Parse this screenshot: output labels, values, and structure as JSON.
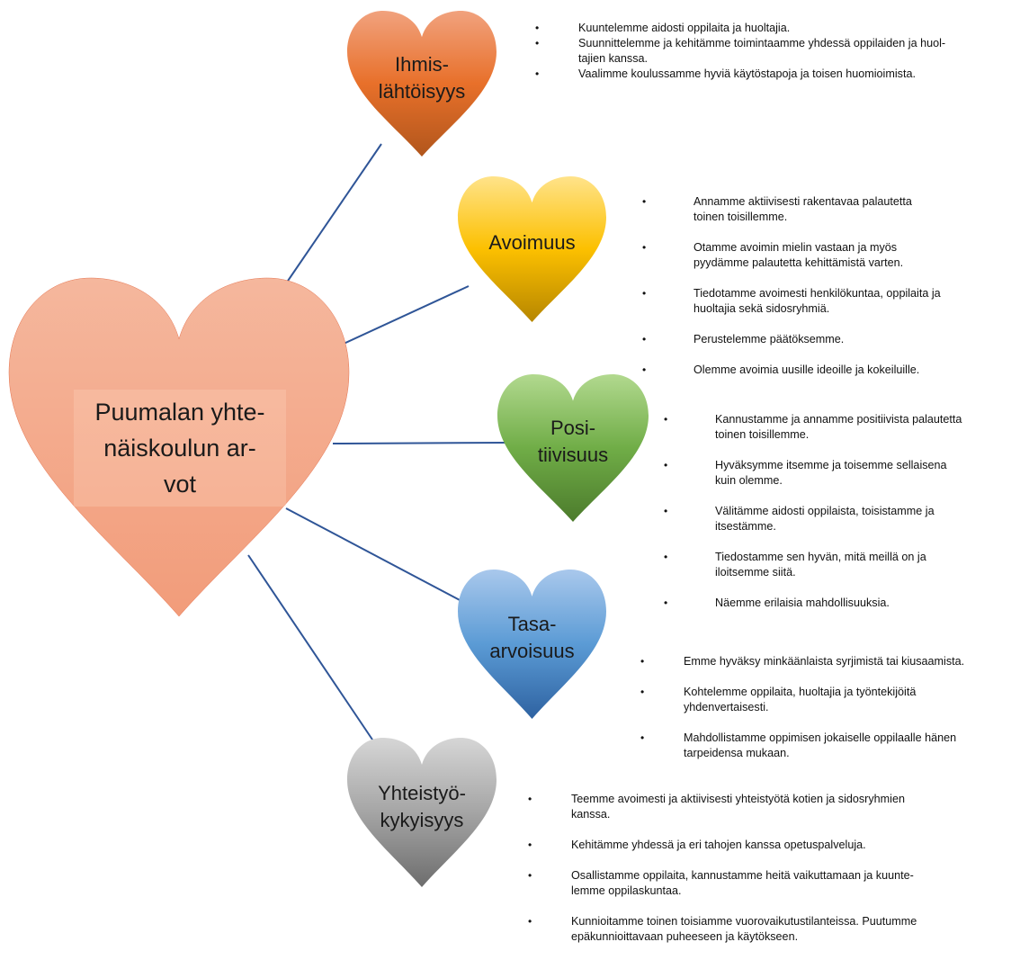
{
  "diagram": {
    "center": {
      "title": "Puumalan yhte-\nnäiskoulun ar-\nvot"
    },
    "values": [
      {
        "id": "ihmislahtoisyys",
        "title": "Ihmis-\nlähtöisyys",
        "colors": [
          "#f1a27e",
          "#e8702a",
          "#b1561c"
        ],
        "bullets": [
          "Kuuntelemme aidosti oppilaita ja huoltajia.",
          "Suunnittelemme ja kehitämme toimintaamme yhdessä oppilaiden ja huol-\ntajien kanssa.",
          "Vaalimme koulussamme hyviä käytöstapoja ja toisen huomioimista."
        ]
      },
      {
        "id": "avoimuus",
        "title": "Avoimuus",
        "colors": [
          "#ffe38a",
          "#fcc000",
          "#b68600"
        ],
        "bullets": [
          "Annamme aktiivisesti rakentavaa palautetta\ntoinen toisillemme.",
          "Otamme avoimin mielin vastaan ja myös\npyydämme palautetta kehittämistä varten.",
          "Tiedotamme avoimesti henkilökuntaa, oppilaita ja\nhuoltajia sekä sidosryhmiä.",
          "Perustelemme päätöksemme.",
          "Olemme avoimia uusille ideoille ja kokeiluille."
        ]
      },
      {
        "id": "positiivisuus",
        "title": "Posi-\ntiivisuus",
        "colors": [
          "#b2d98f",
          "#70ad47",
          "#4c7b2c"
        ],
        "bullets": [
          "Kannustamme ja annamme positiivista palautetta\ntoinen toisillemme.",
          "Hyväksymme itsemme ja toisemme sellaisena\nkuin olemme.",
          "Välitämme aidosti oppilaista, toisistamme ja\nitsestämme.",
          "Tiedostamme sen hyvän, mitä meillä on ja\niloitsemme siitä.",
          "Näemme erilaisia mahdollisuuksia."
        ]
      },
      {
        "id": "tasa-arvoisuus",
        "title": "Tasa-\narvoisuus",
        "colors": [
          "#a9c8ec",
          "#5b9bd5",
          "#2e62a1"
        ],
        "bullets": [
          "Emme hyväksy minkäänlaista syrjimistä tai kiusaamista.",
          "Kohtelemme oppilaita, huoltajia ja työntekijöitä\nyhdenvertaisesti.",
          "Mahdollistamme oppimisen jokaiselle oppilaalle hänen\ntarpeidensa mukaan."
        ]
      },
      {
        "id": "yhteistyokykyisyys",
        "title": "Yhteistyö-\nkykyisyys",
        "colors": [
          "#d6d6d6",
          "#a5a5a5",
          "#6d6d6d"
        ],
        "bullets": [
          "Teemme avoimesti ja aktiivisesti yhteistyötä kotien ja sidosryhmien\nkanssa.",
          "Kehitämme yhdessä ja eri tahojen kanssa opetuspalveluja.",
          "Osallistamme oppilaita, kannustamme heitä vaikuttamaan ja kuunte-\nlemme oppilaskuntaa.",
          "Kunnioitamme toinen toisiamme vuorovaikutustilanteissa. Puutumme\nepäkunnioittavaan puheeseen ja käytökseen."
        ]
      }
    ],
    "colors": {
      "center_top": "#f5b79d",
      "center_bottom": "#f29c7a",
      "center_stroke": "#e5734f",
      "connector": "#2f5597"
    }
  }
}
